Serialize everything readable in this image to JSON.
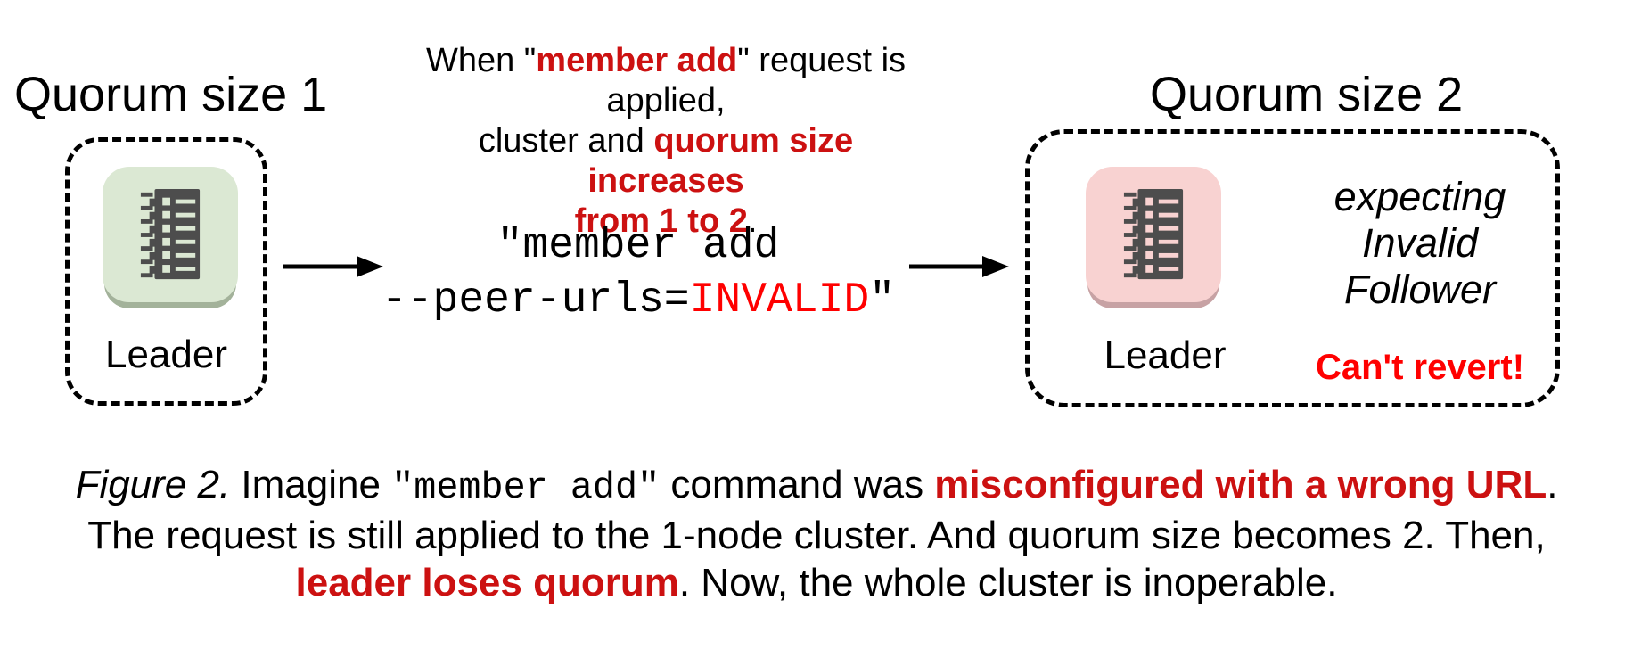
{
  "colors": {
    "red_emphasis": "#cc1111",
    "red_bright": "#ff0000",
    "text": "#000000",
    "node_green_bg": "#dbe8d3",
    "node_green_shadow": "#a3b29a",
    "node_pink_bg": "#f8d2d1",
    "node_pink_shadow": "#c7a2a4",
    "icon_dark": "#4d4d4d"
  },
  "left_cluster": {
    "title": "Quorum size 1",
    "node_label": "Leader"
  },
  "flow": {
    "annotation": {
      "segments": [
        {
          "t": "When \""
        },
        {
          "t": "member add",
          "style": "red-bold"
        },
        {
          "t": "\" request is applied,\ncluster and "
        },
        {
          "t": "quorum size increases\nfrom 1 to 2",
          "style": "red-bold"
        },
        {
          "t": "."
        }
      ]
    },
    "command": {
      "segments": [
        {
          "t": "\"member add\n--peer-urls="
        },
        {
          "t": "INVALID",
          "style": "red-bright"
        },
        {
          "t": "\""
        }
      ]
    }
  },
  "right_cluster": {
    "title": "Quorum size 2",
    "node_label": "Leader",
    "expecting_note": "expecting\nInvalid\nFollower",
    "warning": "Can't revert!"
  },
  "caption": {
    "segments": [
      {
        "t": "Figure 2.",
        "style": "italic"
      },
      {
        "t": " Imagine "
      },
      {
        "t": "\"member add\"",
        "style": "mono"
      },
      {
        "t": " command was "
      },
      {
        "t": "misconfigured with a wrong URL",
        "style": "red-bold"
      },
      {
        "t": ".\nThe request is still applied to the 1-node cluster. And quorum size becomes 2. Then,\n"
      },
      {
        "t": "leader loses quorum",
        "style": "red-bold"
      },
      {
        "t": ". Now, the whole cluster is inoperable."
      }
    ]
  }
}
